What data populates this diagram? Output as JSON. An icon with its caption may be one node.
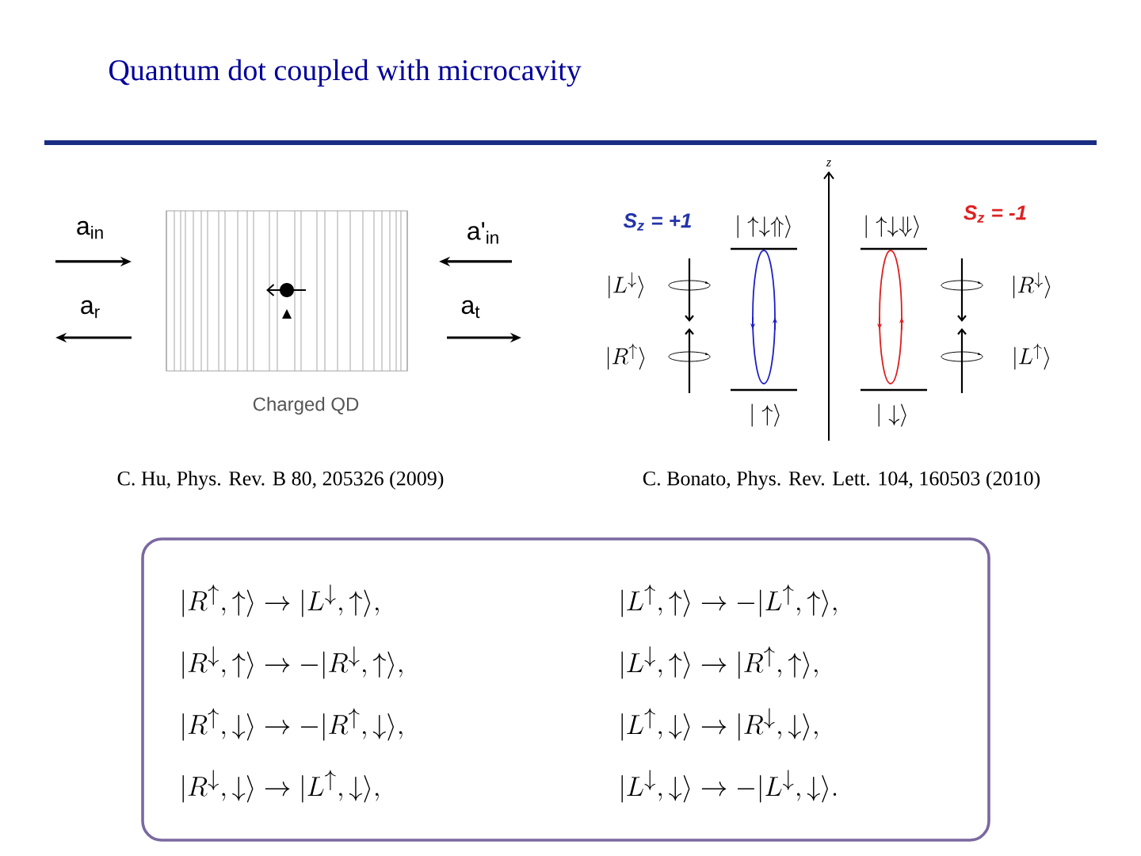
{
  "diagram": {
    "title": "Quantum dot coupled with microcavity",
    "nodes": [
      {
        "text": [
          "|R^{\\uparrow},\\uparrow\\rangle \\rightarrow |L^{\\downarrow},\\uparrow\\rangle,",
          "|L^{\\uparrow},\\uparrow\\rangle \\rightarrow -|L^{\\uparrow},\\uparrow\\rangle,",
          "|R^{\\downarrow},\\uparrow\\rangle \\rightarrow -|R^{\\downarrow},\\uparrow\\rangle,",
          "|L^{\\downarrow},\\uparrow\\rangle \\rightarrow |R^{\\uparrow},\\uparrow\\rangle,",
          "|R^{\\uparrow},\\downarrow\\rangle \\rightarrow -|R^{\\uparrow},\\downarrow\\rangle,",
          "|L^{\\uparrow},\\downarrow\\rangle \\rightarrow |R^{\\downarrow},\\downarrow\\rangle,",
          "|R^{\\downarrow},\\downarrow\\rangle \\rightarrow |L^{\\uparrow},\\downarrow\\rangle,",
          "|L^{\\downarrow},\\downarrow\\rangle \\rightarrow -|L^{\\downarrow},\\downarrow\\rangle."
        ]
      }
    ],
    "edges": [],
    "labels": [
      "a$_{in}$",
      "a'$_{in}$",
      "a$_{r}$",
      "a$_{t}$",
      "Charged QD",
      "z",
      "S$_{z}$ = +1",
      "|\\uparrow\\downarrow\\Uparrow\\rangle",
      "|\\uparrow\\downarrow\\Downarrow\\rangle",
      "S$_{z}$ = -1",
      "|L^{\\downarrow}\\rangle",
      "|R^{\\downarrow}\\rangle",
      "|R^{\\uparrow}\\rangle",
      "|L^{\\uparrow}\\rangle",
      "|\\uparrow\\rangle",
      "|\\downarrow\\rangle",
      "C. Hu, Phys. Rev. B 80, 205326 (2009)",
      "C. Bonato, Phys. Rev. Lett.  104, 160503 (2010)"
    ]
  }
}
